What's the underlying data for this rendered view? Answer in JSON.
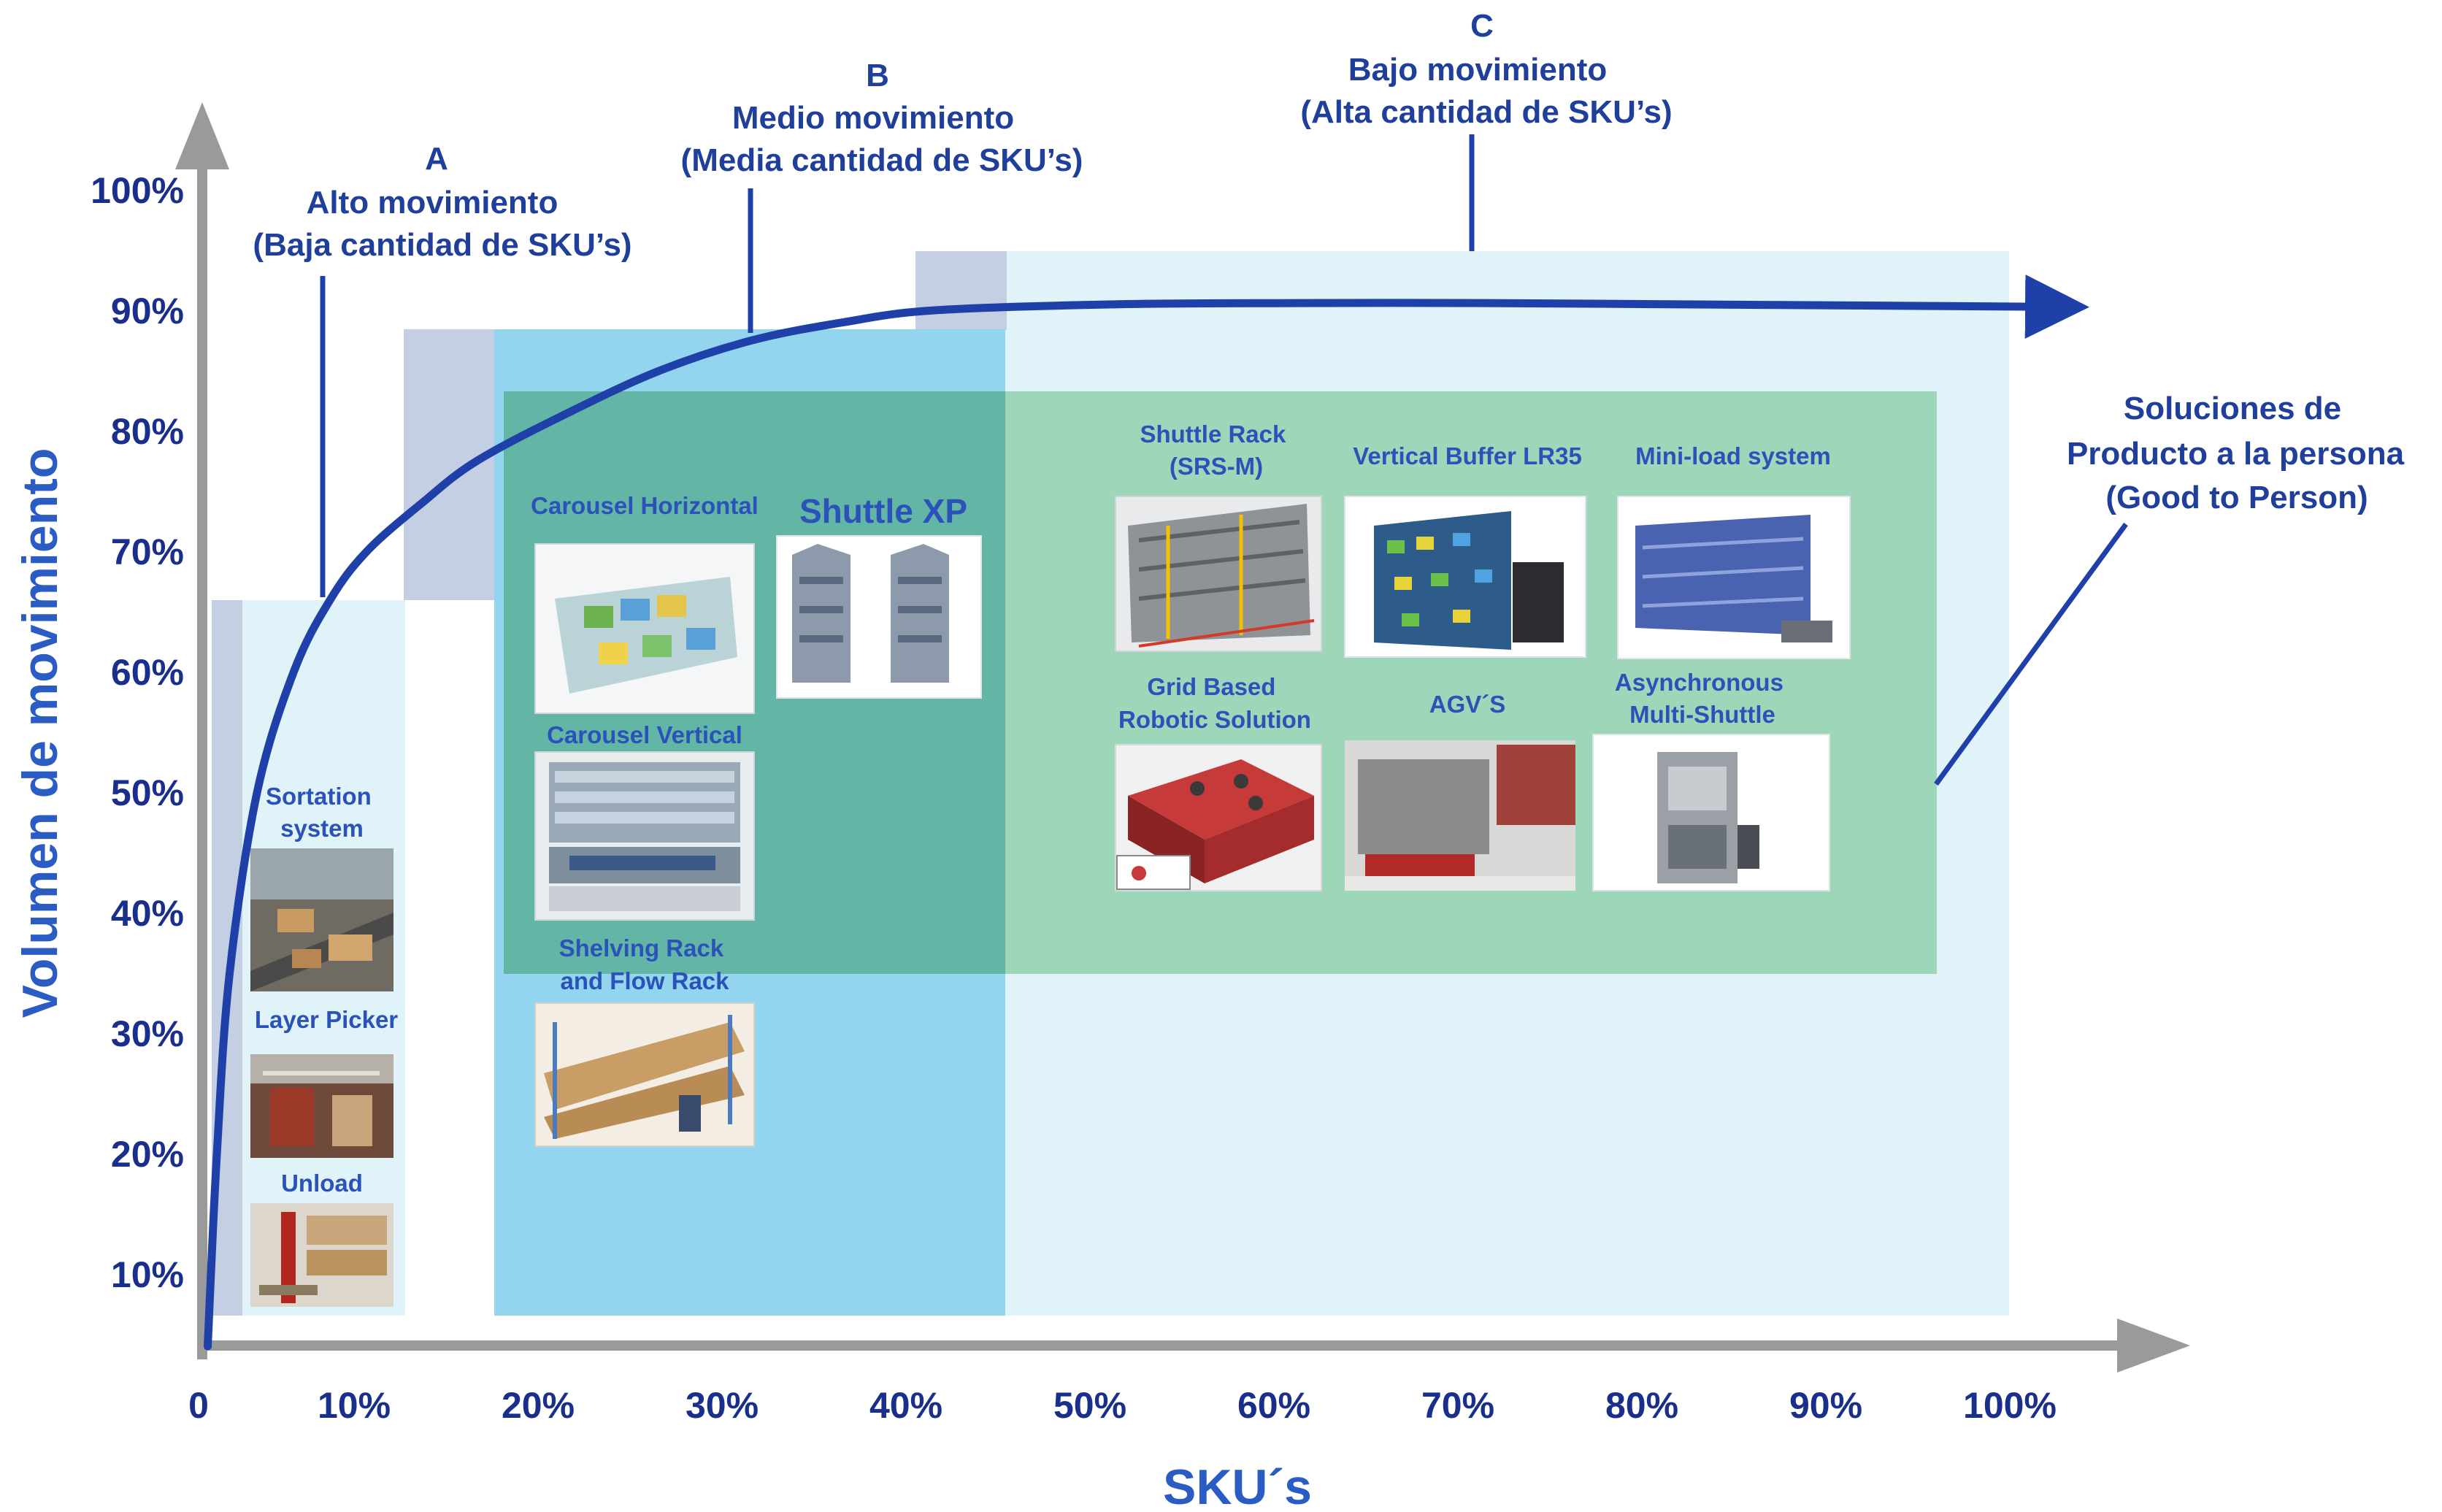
{
  "chart_data": {
    "type": "line",
    "title": "",
    "xlabel": "SKU´s",
    "ylabel": "Volumen de movimiento",
    "x_ticks": [
      "0",
      "10%",
      "20%",
      "30%",
      "40%",
      "50%",
      "60%",
      "70%",
      "80%",
      "90%",
      "100%"
    ],
    "y_ticks": [
      "10%",
      "20%",
      "30%",
      "40%",
      "50%",
      "60%",
      "70%",
      "80%",
      "90%",
      "100%"
    ],
    "xlim": [
      0,
      100
    ],
    "ylim": [
      5,
      100
    ],
    "grid": false,
    "series": [
      {
        "x": [
          0.3,
          0.8,
          1.5,
          3,
          5,
          7,
          9,
          12,
          15,
          20,
          25,
          30,
          35,
          40,
          50,
          60,
          70,
          80,
          90,
          100
        ],
        "y": [
          4,
          20,
          35,
          50,
          60,
          66,
          70,
          74,
          77.5,
          81.5,
          85,
          87.5,
          89,
          90,
          90.5,
          90.6,
          90.6,
          90.5,
          90.4,
          90.3
        ]
      }
    ],
    "zones": [
      {
        "letter": "A",
        "line1": "Alto movimiento",
        "line2": "(Baja cantidad de SKU’s)"
      },
      {
        "letter": "B",
        "line1": "Medio movimiento",
        "line2": "(Media cantidad de SKU’s)"
      },
      {
        "letter": "C",
        "line1": "Bajo movimiento",
        "line2": "(Alta cantidad de SKU’s)"
      }
    ],
    "goods_to_person": [
      "Soluciones de",
      "Producto a la persona",
      "(Good to Person)"
    ],
    "products": {
      "sortation_system": [
        "Sortation",
        "system"
      ],
      "layer_picker": [
        "Layer Picker"
      ],
      "unload": [
        "Unload"
      ],
      "carousel_horizontal": [
        "Carousel Horizontal"
      ],
      "shuttle_xp": [
        "Shuttle XP"
      ],
      "carousel_vertical": [
        "Carousel Vertical"
      ],
      "shelving_rack": [
        "Shelving Rack",
        "and Flow Rack"
      ],
      "shuttle_rack": [
        "Shuttle Rack",
        "(SRS-M)"
      ],
      "vertical_buffer": [
        "Vertical Buffer LR35"
      ],
      "mini_load": [
        "Mini-load system"
      ],
      "grid_based": [
        "Grid Based",
        "Robotic Solution"
      ],
      "agv": [
        "AGV´S"
      ],
      "async_shuttle": [
        "Asynchronous",
        "Multi-Shuttle"
      ]
    }
  }
}
